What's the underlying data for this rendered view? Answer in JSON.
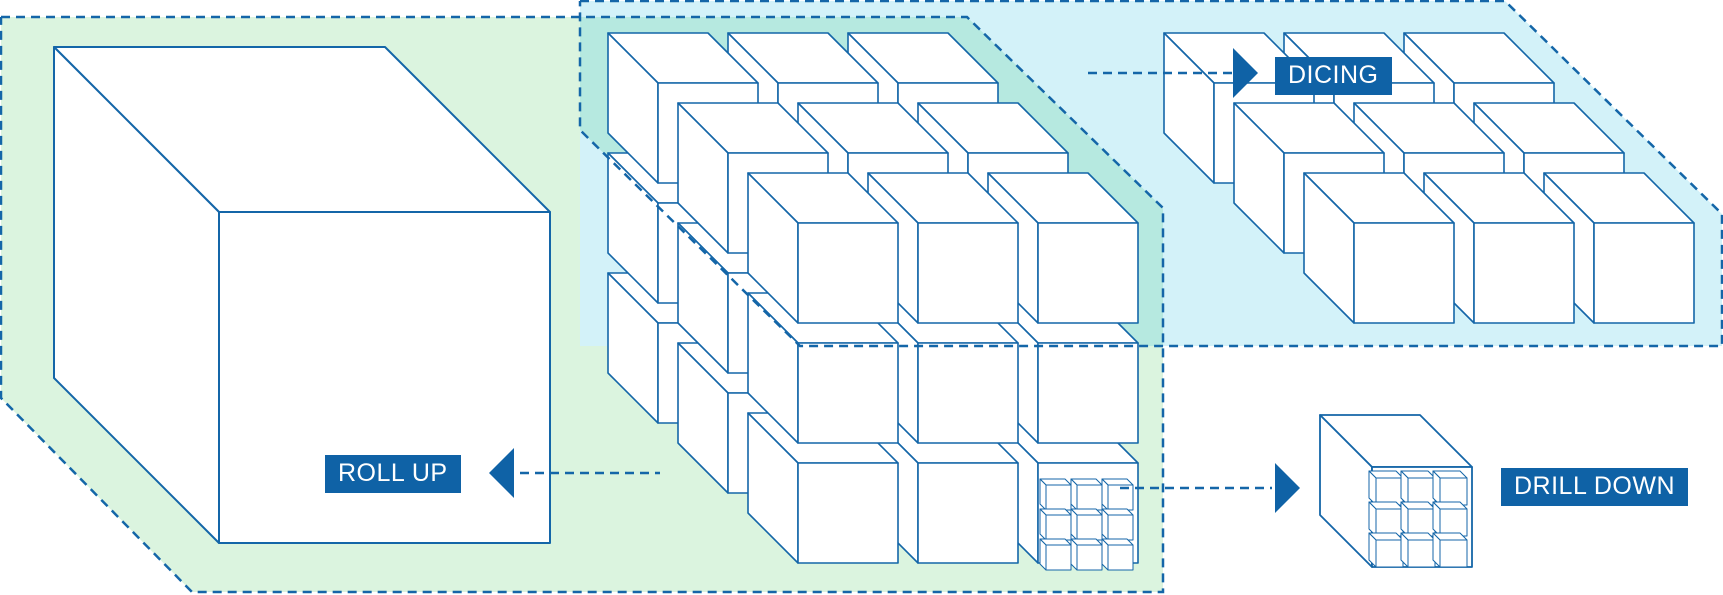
{
  "labels": {
    "dicing": "DICING",
    "roll_up": "ROLL UP",
    "drill_down": "DRILL DOWN"
  },
  "colors": {
    "stroke": "#1466a8",
    "label_bg": "#0f62a6",
    "label_text": "#ffffff",
    "rollup_region": "#dbf4df",
    "dicing_region": "#d3f2f9",
    "overlap_region": "#b6e9e0",
    "dashed_line": "#1466a8"
  },
  "icons": {
    "dicing_arrow": "triangle-right-icon",
    "rollup_arrow": "triangle-left-icon",
    "drilldown_arrow": "triangle-right-icon"
  }
}
